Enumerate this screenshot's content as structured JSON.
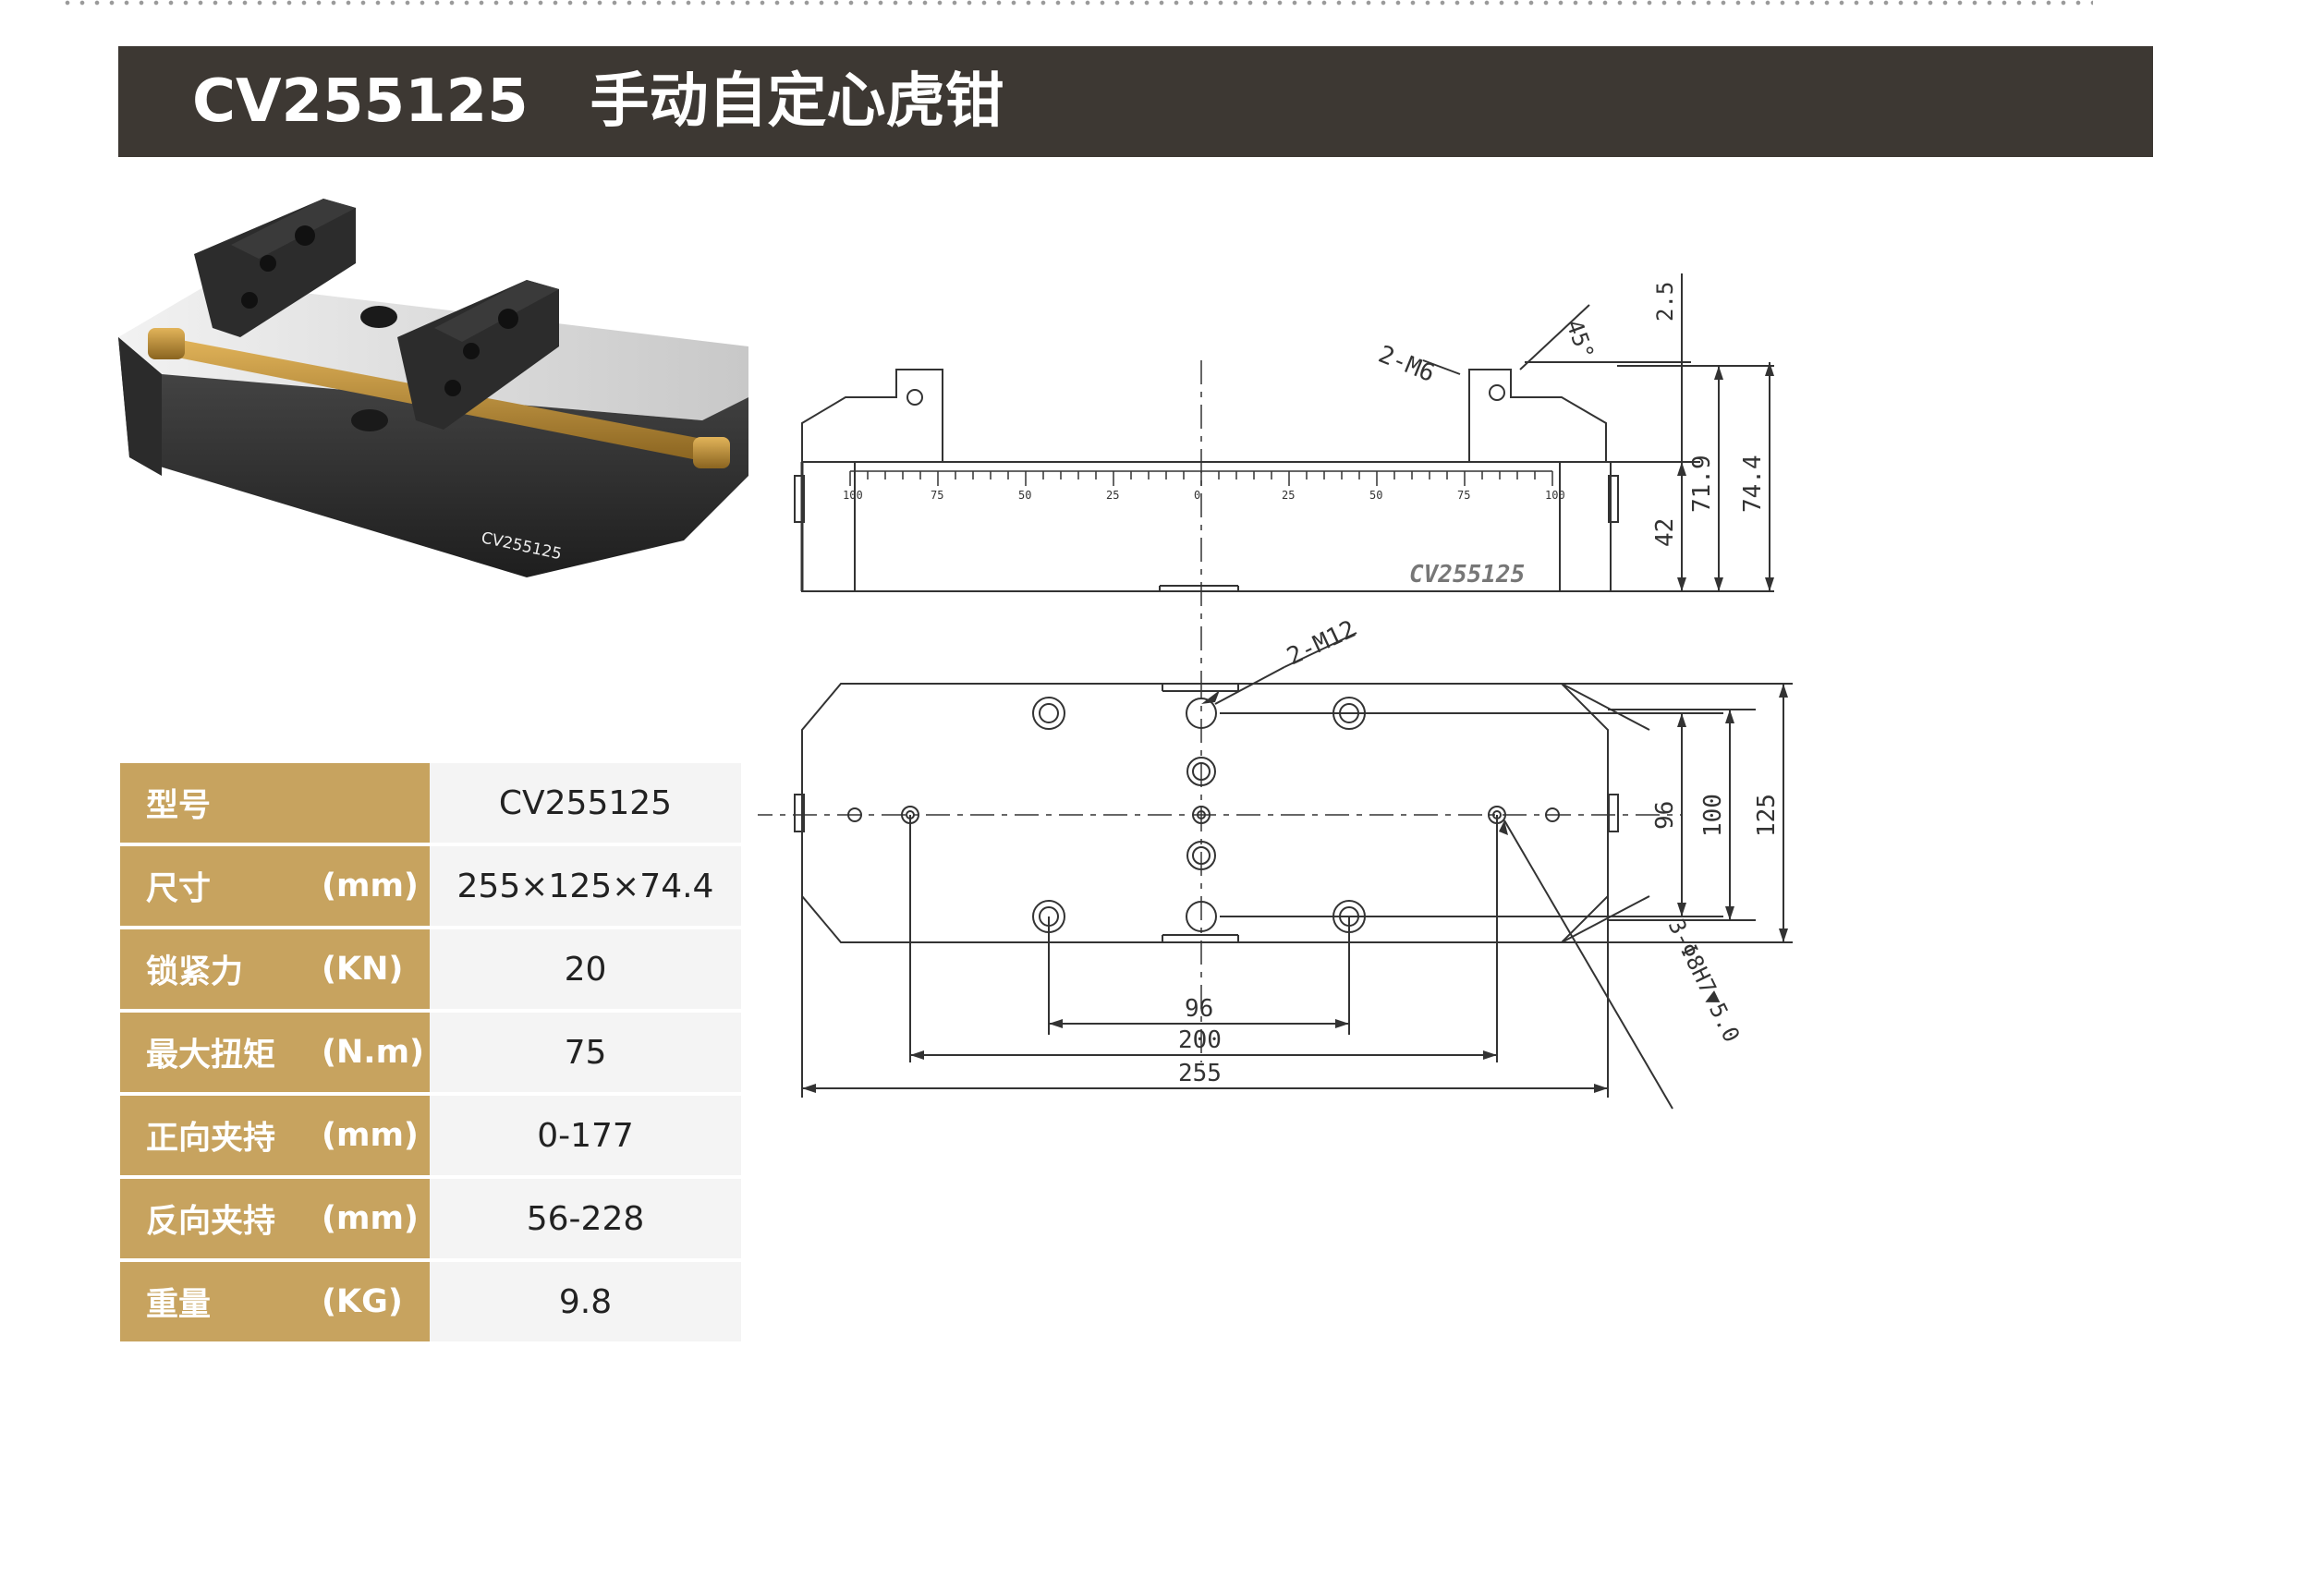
{
  "header": {
    "model": "CV255125",
    "name": "手动自定心虎钳"
  },
  "product_photo": {
    "engraving": "CV255125"
  },
  "specs": [
    {
      "label": "型号",
      "unit": "",
      "value": "CV255125"
    },
    {
      "label": "尺寸",
      "unit": "(mm)",
      "value": "255×125×74.4"
    },
    {
      "label": "锁紧力",
      "unit": "(KN)",
      "value": "20"
    },
    {
      "label": "最大扭矩",
      "unit": "(N.m)",
      "value": "75"
    },
    {
      "label": "正向夹持",
      "unit": "(mm)",
      "value": "0-177"
    },
    {
      "label": "反向夹持",
      "unit": "(mm)",
      "value": "56-228"
    },
    {
      "label": "重量",
      "unit": "(KG)",
      "value": "9.8"
    }
  ],
  "drawing": {
    "front_view": {
      "engraving": "CV255125",
      "thread_callout": "2-M6",
      "chamfer_angle": "45°",
      "chamfer_size": "2.5",
      "height_base": "42",
      "height_mid": "71.9",
      "height_total": "74.4",
      "scale_ticks": [
        "100",
        "75",
        "50",
        "25",
        "0",
        "25",
        "50",
        "75",
        "100"
      ]
    },
    "top_view": {
      "thread_callout": "2-M12",
      "pin_callout": "3-Φ8H7▼5.0",
      "width_96": "96",
      "width_100": "100",
      "width_125": "125",
      "length_96": "96",
      "length_200": "200",
      "length_255": "255"
    }
  },
  "colors": {
    "title_bar": "#3d3833",
    "label_cell": "#c7a35f",
    "value_cell": "#f4f4f4"
  }
}
